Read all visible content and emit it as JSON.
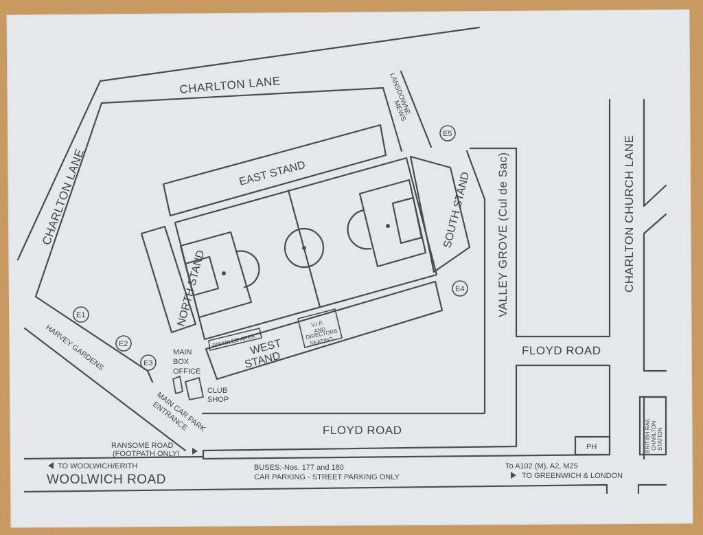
{
  "map": {
    "roads": {
      "charlton_lane_top": "CHARLTON LANE",
      "charlton_lane_left": "CHARLTON LANE",
      "lansdowne": "LANSDOWNE",
      "mews": "MEWS",
      "valley_grove": "VALLEY GROVE (Cul de Sac)",
      "charlton_church_lane": "CHARLTON CHURCH LANE",
      "floyd_road_east": "FLOYD ROAD",
      "floyd_road_south": "FLOYD ROAD",
      "harvey_gardens": "HARVEY GARDENS",
      "ransome_road": "RANSOME ROAD",
      "footpath_only": "(FOOTPATH ONLY)",
      "woolwich_road": "WOOLWICH ROAD"
    },
    "stands": {
      "east": "EAST STAND",
      "south": "SOUTH STAND",
      "north": "NORTH STAND",
      "west_line1": "WEST",
      "west_line2": "STAND"
    },
    "areas": {
      "disabled": "DISABLED AREA",
      "vip_line1": "V.I.P.",
      "vip_line2": "AND",
      "vip_line3": "DIRECTORS",
      "vip_line4": "SEATING",
      "main": "MAIN",
      "box": "BOX",
      "office": "OFFICE",
      "club": "CLUB",
      "shop": "SHOP",
      "main_car_park": "MAIN CAR PARK",
      "entrance": "ENTRANCE",
      "ph": "PH",
      "station_line1": "BRITISH RAIL",
      "station_line2": "CHARLTON",
      "station_line3": "STATION"
    },
    "entrances": [
      "E1",
      "E2",
      "E3",
      "E4",
      "E5"
    ],
    "directions": {
      "to_woolwich": "TO WOOLWICH/ERITH",
      "buses": "BUSES:-Nos. 177 and 180",
      "car_parking": "CAR PARKING - STREET PARKING ONLY",
      "to_a102": "To A102 (M), A2, M25",
      "to_greenwich": "TO GREENWICH & LONDON"
    },
    "colors": {
      "paper": "#e4e8ea",
      "ink": "#3f4448",
      "background": "#c89a62"
    }
  }
}
